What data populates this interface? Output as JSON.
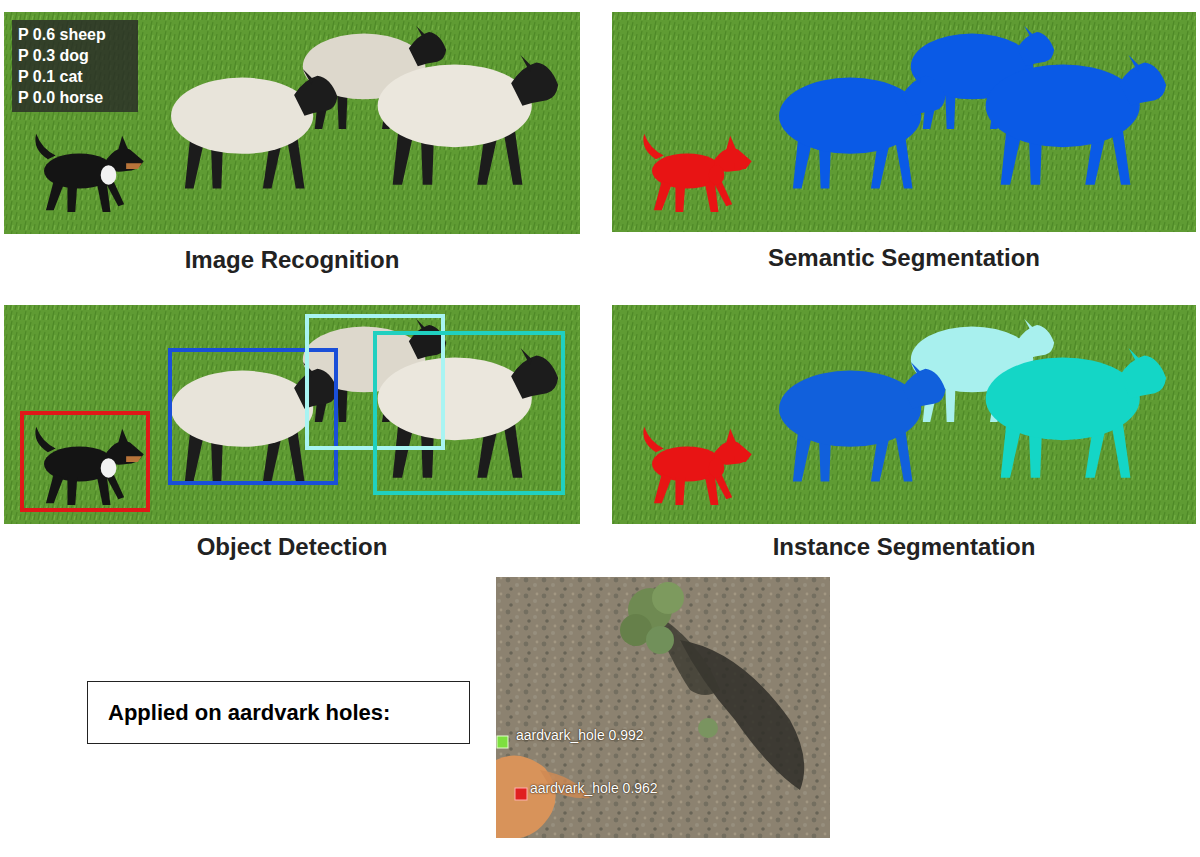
{
  "diagram": {
    "nodes": [
      {
        "text": [
          "Image Recognition"
        ]
      },
      {
        "text": [
          "P 0.6 sheep",
          "P 0.3 dog",
          "P 0.1 cat",
          "P 0.0 horse"
        ],
        "in": 0
      },
      {
        "text": [
          "Semantic Segmentation"
        ]
      },
      {
        "text": [
          "Object Detection"
        ]
      },
      {
        "text": [
          "Instance Segmentation"
        ]
      },
      {
        "text": [
          "Applied on aardvark holes:"
        ]
      },
      {
        "text": [
          "aardvark_hole 0.992",
          "aardvark_hole 0.962"
        ]
      }
    ]
  }
}
